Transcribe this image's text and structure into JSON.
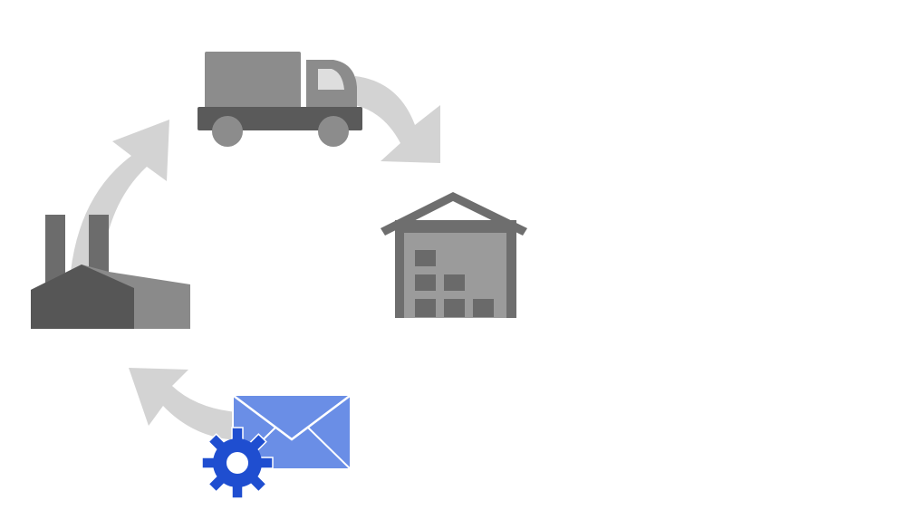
{
  "diagram": {
    "nodes": [
      {
        "id": "factory",
        "icon": "factory-icon"
      },
      {
        "id": "truck",
        "icon": "delivery-truck-icon"
      },
      {
        "id": "warehouse",
        "icon": "warehouse-icon"
      },
      {
        "id": "order",
        "icon": "envelope-gear-icon"
      }
    ],
    "edges": [
      {
        "from": "factory",
        "to": "truck"
      },
      {
        "from": "truck",
        "to": "warehouse"
      },
      {
        "from": "order",
        "to": "factory"
      }
    ]
  },
  "colors": {
    "arrow": "#d3d3d3",
    "truck_body": "#8c8c8c",
    "truck_chassis": "#5a5a5a",
    "warehouse_roof": "#6e6e6e",
    "warehouse_wall": "#9b9b9b",
    "warehouse_boxes": "#6a6a6a",
    "factory_dark": "#565656",
    "factory_light": "#8a8a8a",
    "envelope": "#6a8ee6",
    "gear": "#1f4ed0"
  }
}
